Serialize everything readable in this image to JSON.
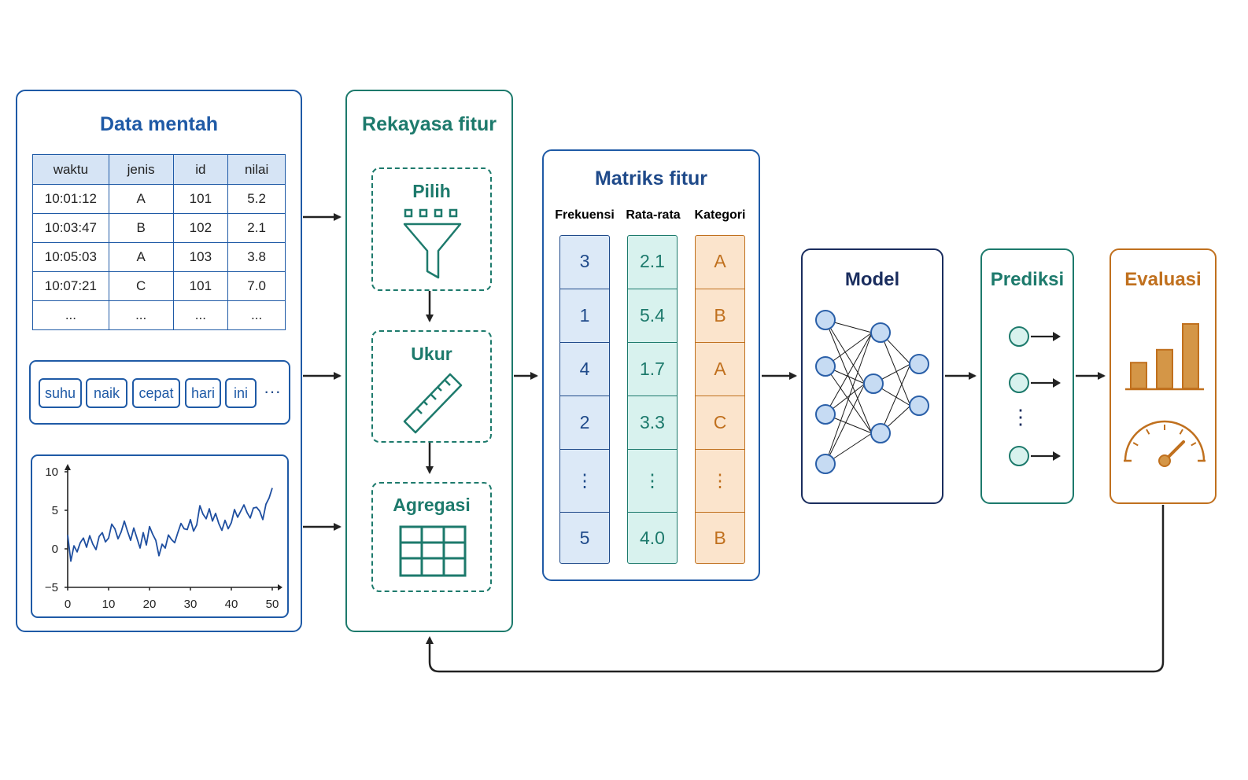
{
  "raw_data": {
    "title": "Data mentah",
    "table": {
      "headers": [
        "waktu",
        "jenis",
        "id",
        "nilai"
      ],
      "rows": [
        [
          "10:01:12",
          "A",
          "101",
          "5.2"
        ],
        [
          "10:03:47",
          "B",
          "102",
          "2.1"
        ],
        [
          "10:05:03",
          "A",
          "103",
          "3.8"
        ],
        [
          "10:07:21",
          "C",
          "101",
          "7.0"
        ],
        [
          "...",
          "...",
          "...",
          "..."
        ]
      ]
    },
    "tokens": [
      "suhu",
      "naik",
      "cepat",
      "hari",
      "ini"
    ],
    "tokens_more": "···",
    "timeseries": {
      "x_ticks": [
        "0",
        "10",
        "20",
        "30",
        "40",
        "50"
      ],
      "y_ticks": [
        "10",
        "5",
        "0",
        "−5"
      ],
      "x_range": [
        0,
        50
      ],
      "y_range": [
        -5,
        10
      ],
      "values": [
        1.8,
        -1.6,
        0.4,
        -0.4,
        0.8,
        1.4,
        0.2,
        1.7,
        0.6,
        -0.1,
        1.6,
        2.1,
        0.9,
        1.4,
        3.2,
        2.6,
        1.3,
        2.2,
        3.6,
        2.3,
        1.1,
        2.7,
        1.4,
        0.1,
        2.1,
        0.5,
        2.9,
        1.9,
        1.1,
        -0.9,
        0.6,
        0.1,
        1.8,
        1.2,
        0.8,
        2.1,
        3.3,
        2.6,
        2.5,
        3.8,
        2.3,
        3.1,
        5.6,
        4.5,
        3.9,
        5.2,
        3.6,
        4.6,
        3.3,
        2.4,
        3.7,
        2.6,
        3.4,
        5.1,
        4.1,
        4.9,
        5.7,
        4.7,
        4.0,
        5.3,
        5.4,
        4.9,
        3.8,
        5.8,
        6.6,
        7.9
      ]
    }
  },
  "feature_engineering": {
    "title": "Rekayasa fitur",
    "steps": [
      {
        "label": "Pilih",
        "icon": "funnel-icon"
      },
      {
        "label": "Ukur",
        "icon": "ruler-icon"
      },
      {
        "label": "Agregasi",
        "icon": "grid-table-icon"
      }
    ]
  },
  "feature_matrix": {
    "title": "Matriks fitur",
    "columns": [
      {
        "name": "Frekuensi",
        "values": [
          "3",
          "1",
          "4",
          "2",
          "⋮",
          "5"
        ],
        "color": "#1f4a8a",
        "fill": "#dce9f7"
      },
      {
        "name": "Rata-rata",
        "values": [
          "2.1",
          "5.4",
          "1.7",
          "3.3",
          "⋮",
          "4.0"
        ],
        "color": "#1d7a6c",
        "fill": "#d8f2ee"
      },
      {
        "name": "Kategori",
        "values": [
          "A",
          "B",
          "A",
          "C",
          "⋮",
          "B"
        ],
        "color": "#c0701e",
        "fill": "#fbe4cc"
      }
    ]
  },
  "model": {
    "title": "Model",
    "icon": "neural-network-icon"
  },
  "prediction": {
    "title": "Prediksi",
    "more": "⋮"
  },
  "evaluation": {
    "title": "Evaluasi",
    "bars": [
      0.4,
      0.6,
      1.0
    ],
    "gauge_level": 0.75,
    "icons": [
      "bar-chart-icon",
      "gauge-icon"
    ]
  },
  "colors": {
    "blue": "#1f5aa6",
    "navy": "#1a2d5e",
    "teal": "#1d7a6c",
    "orange": "#c0701e",
    "node_fill": "#c6dbf3",
    "node_stroke": "#2a5fa8",
    "connector": "#222222"
  }
}
